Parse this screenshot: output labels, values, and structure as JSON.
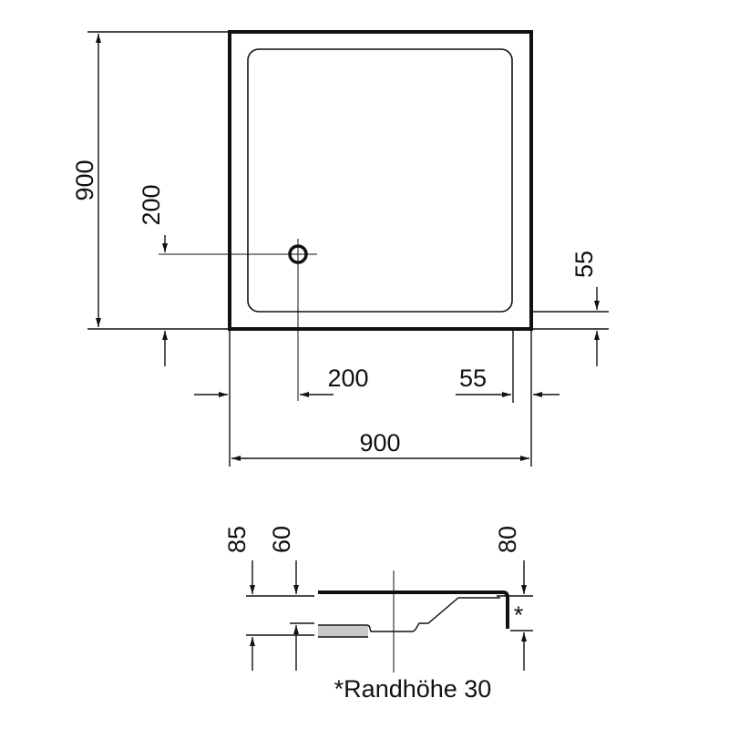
{
  "top_view": {
    "width_label": "900",
    "depth_label": "900",
    "drain_offset_x_label": "200",
    "drain_offset_y_label": "200",
    "rim_offset_x_label": "55",
    "rim_offset_y_label": "55"
  },
  "section_view": {
    "height_85_label": "85",
    "height_60_label": "60",
    "height_80_label": "80",
    "asterisk": "*"
  },
  "footnote": "*Randhöhe 30"
}
